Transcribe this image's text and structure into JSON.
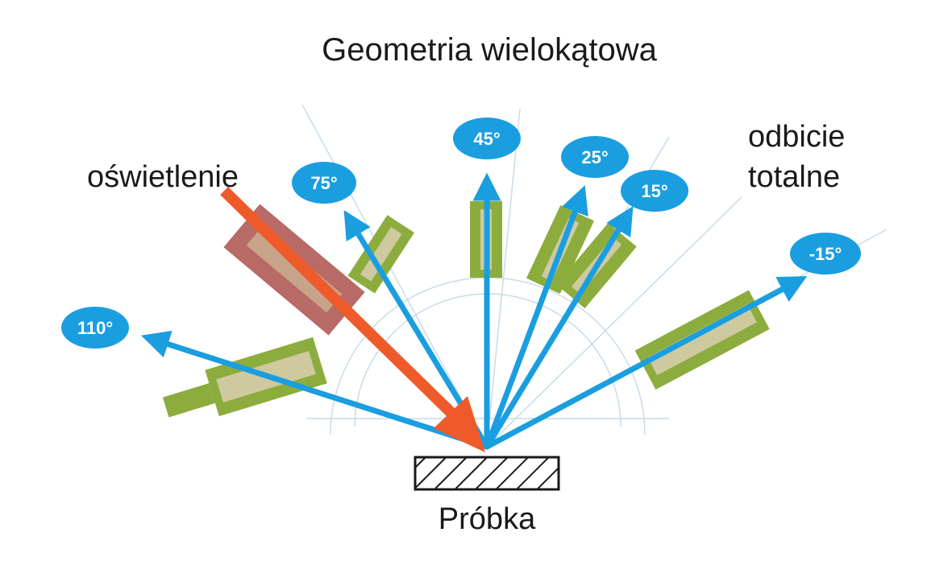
{
  "title": "Geometria wielokątowa",
  "illumination_label": "oświetlenie",
  "total_reflection_label": [
    "odbicie",
    "totalne"
  ],
  "sample_label": "Próbka",
  "colors": {
    "ray": "#1a9ee0",
    "badge": "#1a9ee0",
    "illumination": "#ef5a2b",
    "detector_body": "#8cad3e",
    "detector_inner": "#cfc9a0",
    "illuminator_body": "#b86a66",
    "guide_lines": "#c8dcea"
  },
  "angles": [
    {
      "label": "110°"
    },
    {
      "label": "75°"
    },
    {
      "label": "45°"
    },
    {
      "label": "25°"
    },
    {
      "label": "15°"
    },
    {
      "label": "-15°"
    }
  ]
}
